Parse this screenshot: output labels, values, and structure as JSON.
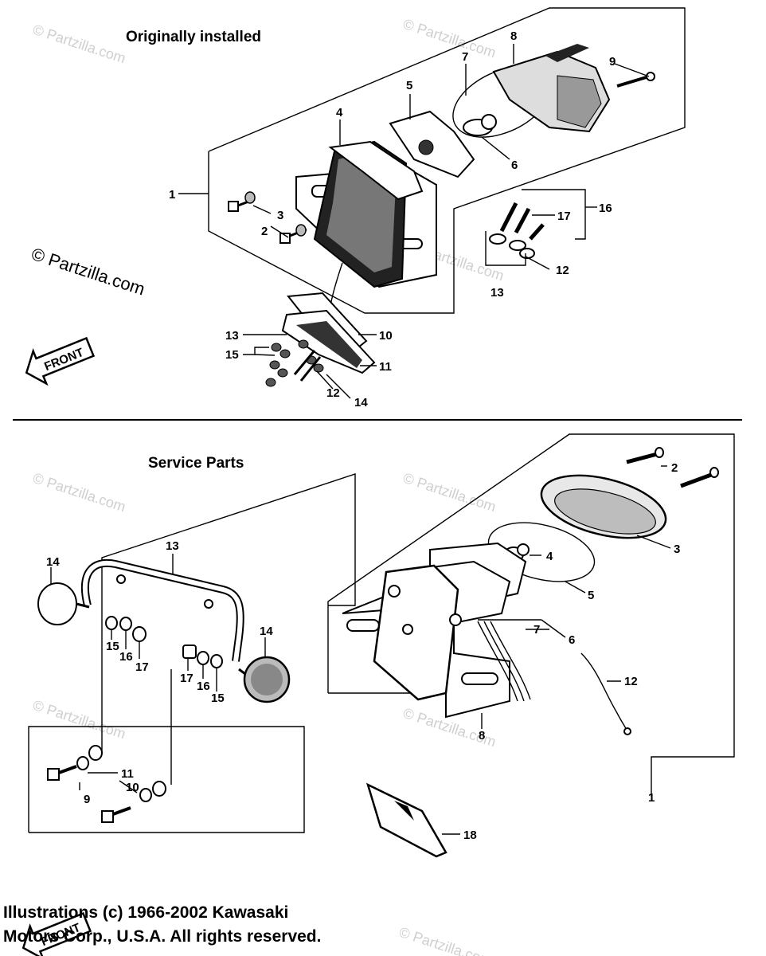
{
  "sections": {
    "original_title": "Originally installed",
    "service_title": "Service Parts"
  },
  "front_label": "FRONT",
  "watermarks": {
    "large": "© Partzilla.com",
    "small": "© Partzilla.com"
  },
  "copyright": {
    "line1": "Illustrations (c) 1966-2002 Kawasaki",
    "line2": "Motors Corp., U.S.A.  All rights reserved."
  },
  "original_callouts": [
    "1",
    "2",
    "3",
    "4",
    "5",
    "6",
    "7",
    "8",
    "9",
    "10",
    "11",
    "12",
    "12",
    "13",
    "13",
    "14",
    "15",
    "16",
    "17"
  ],
  "service_callouts": [
    "1",
    "2",
    "3",
    "4",
    "5",
    "6",
    "7",
    "8",
    "9",
    "10",
    "11",
    "12",
    "13",
    "14",
    "14",
    "15",
    "15",
    "16",
    "16",
    "17",
    "17",
    "18"
  ]
}
